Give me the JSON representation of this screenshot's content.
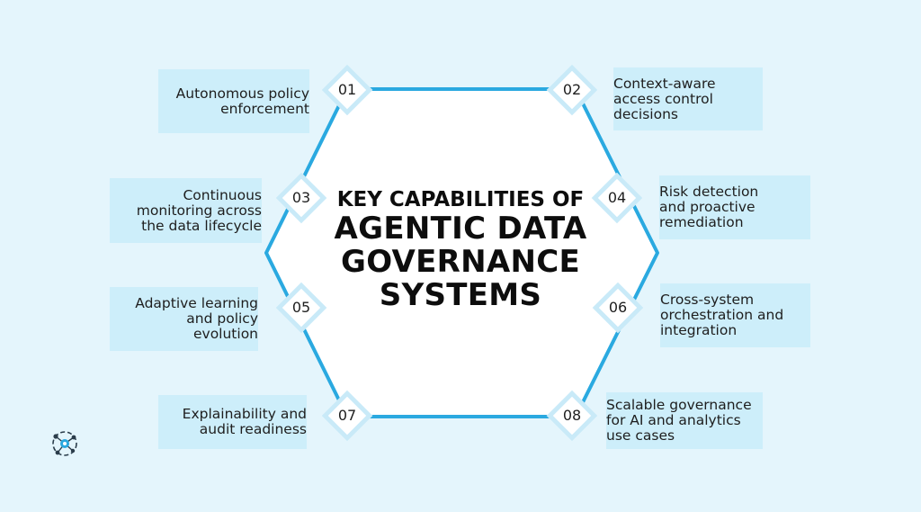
{
  "title": {
    "line1": "KEY CAPABILITIES OF",
    "line2": "AGENTIC DATA GOVERNANCE SYSTEMS"
  },
  "capabilities": [
    {
      "num": "01",
      "text": "Autonomous policy\nenforcement"
    },
    {
      "num": "02",
      "text": "Context-aware\naccess control\ndecisions"
    },
    {
      "num": "03",
      "text": "Continuous\nmonitoring across\nthe data lifecycle"
    },
    {
      "num": "04",
      "text": "Risk detection\nand proactive\nremediation"
    },
    {
      "num": "05",
      "text": "Adaptive learning\nand policy\nevolution"
    },
    {
      "num": "06",
      "text": "Cross-system\norchestration and\nintegration"
    },
    {
      "num": "07",
      "text": "Explainability and\naudit readiness"
    },
    {
      "num": "08",
      "text": "Scalable governance\nfor AI and analytics\nuse cases"
    }
  ],
  "colors": {
    "background": "#e4f5fc",
    "label_box": "#cdeefa",
    "hex_border": "#2aa9e0",
    "diamond_border": "#c9eaf8",
    "accent": "#29a8df"
  },
  "logo_icon": "network-node-icon"
}
